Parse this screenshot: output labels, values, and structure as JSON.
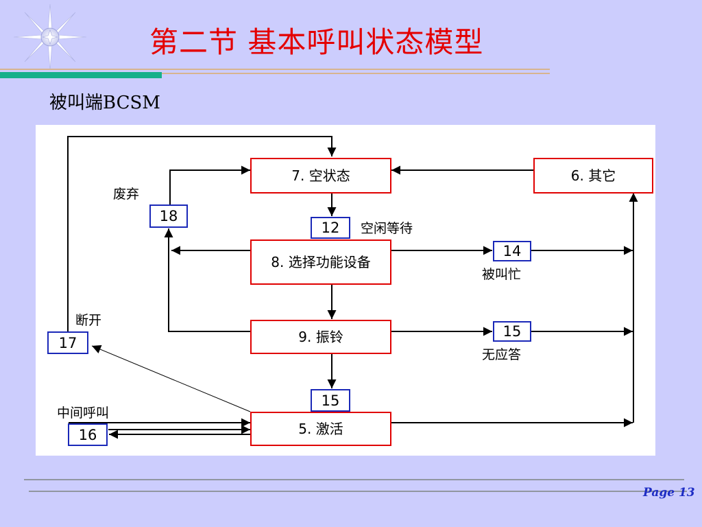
{
  "header": {
    "title": "第二节  基本呼叫状态模型",
    "subtitle": "被叫端BCSM"
  },
  "diagram": {
    "boxes": {
      "idle": "7.  空状态",
      "other": "6.  其它",
      "select": "8.  选择功能设备",
      "ringing": "9.  振铃",
      "active": "5.  激活"
    },
    "points": {
      "p18": "18",
      "p12": "12",
      "p14": "14",
      "p15a": "15",
      "p15b": "15",
      "p17": "17",
      "p16": "16"
    },
    "labels": {
      "abandon": "废弃",
      "idle_wait": "空闲等待",
      "busy": "被叫忙",
      "no_answer": "无应答",
      "disconnect": "断开",
      "mid_call": "中间呼叫"
    }
  },
  "footer": {
    "page": "Page 13"
  },
  "colors": {
    "title": "#e40000",
    "state_border": "#e00000",
    "point_border": "#1a28b8",
    "background": "#cccdfd",
    "accent": "#16b08a"
  }
}
